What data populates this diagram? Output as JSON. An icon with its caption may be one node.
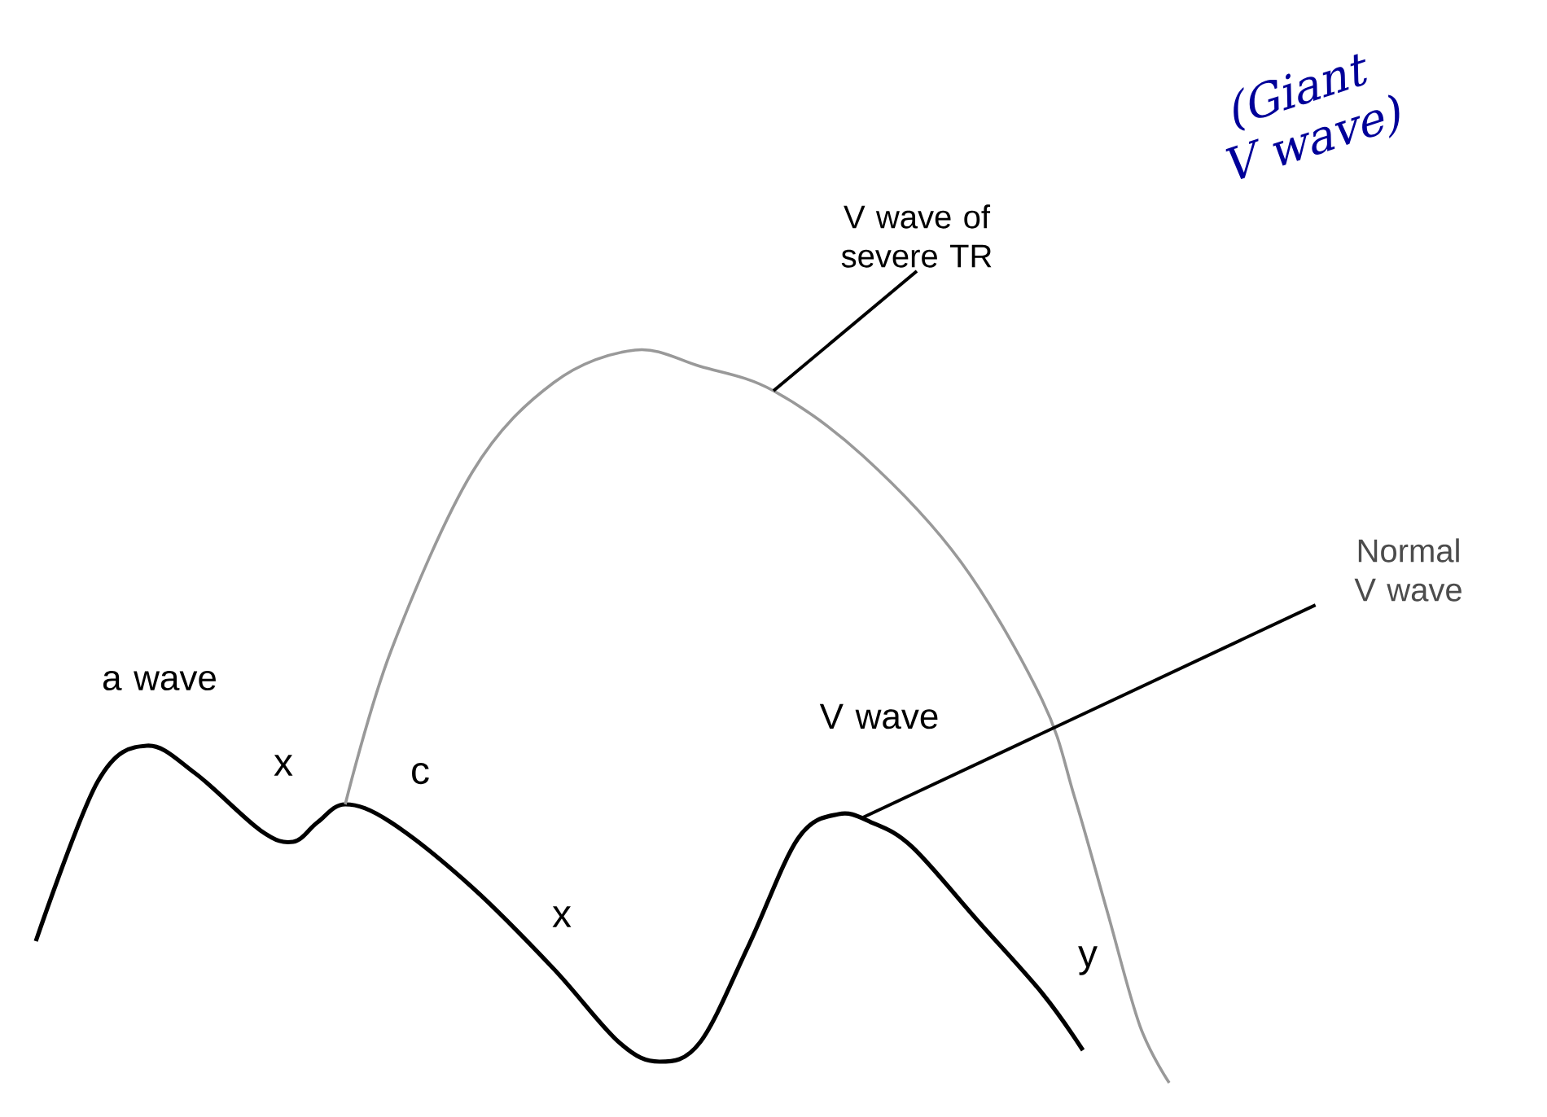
{
  "diagram": {
    "nodes": [
      {
        "text": [
          "V wave of severe TR"
        ]
      },
      {
        "text": [
          "Normal V wave"
        ]
      }
    ],
    "edges": [
      {
        "from": 0,
        "to": null,
        "arrow": "none"
      },
      {
        "from": 1,
        "to": null,
        "arrow": "none"
      }
    ],
    "labels": [
      "(Giant V wave)",
      "a wave",
      "x",
      "c",
      "x",
      "V wave",
      "y"
    ]
  }
}
